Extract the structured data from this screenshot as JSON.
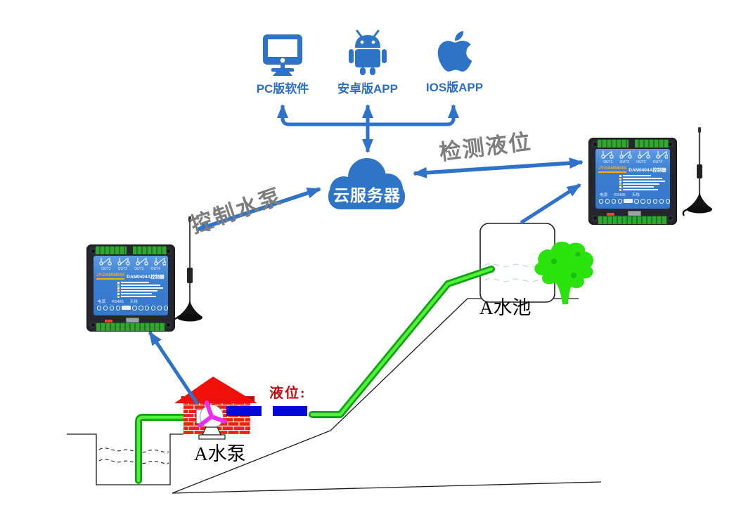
{
  "diagram": {
    "clients": [
      {
        "label": "PC版软件",
        "icon": "pc-monitor-icon"
      },
      {
        "label": "安卓版APP",
        "icon": "android-icon"
      },
      {
        "label": "IOS版APP",
        "icon": "apple-icon"
      }
    ],
    "cloud": {
      "label": "云服务器"
    },
    "links": {
      "control": "控制水泵",
      "detect": "检测液位"
    },
    "pump": {
      "label": "A水泵",
      "level_label": "液位:"
    },
    "tank": {
      "label": "A水池"
    },
    "device": {
      "brand": "JY-DAM0404A",
      "model": "DAM0404A控制器",
      "outputs": [
        "OUT1",
        "OUT2",
        "OUT3",
        "OUT4"
      ],
      "ports": [
        "电源",
        "RS485",
        "天线"
      ]
    },
    "colors": {
      "blue": "#2e74c6",
      "arrow_blue": "#2f72c9",
      "label_gray": "#7d7d7d",
      "pipe_green": "#1db814",
      "bar_blue": "#0407d8",
      "roof_red": "#f01008",
      "level_red": "#c40f0f",
      "panel_blue": "#3f85d6",
      "terminal_green": "#2f9c2f"
    }
  }
}
